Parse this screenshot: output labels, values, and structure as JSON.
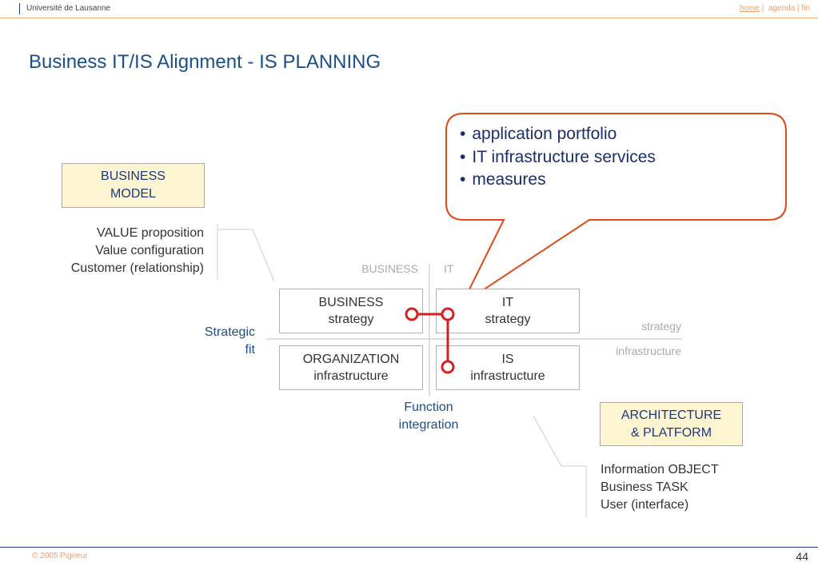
{
  "header": {
    "institution": "Université de Lausanne",
    "links": {
      "home": "home",
      "sep1": "|",
      "agenda": "agenda",
      "sep2": "|",
      "fin": "fin"
    }
  },
  "slide": {
    "title": "Business IT/IS Alignment - IS PLANNING",
    "business_model": {
      "line1": "BUSINESS",
      "line2": "MODEL"
    },
    "business_model_list": [
      "VALUE proposition",
      "Value configuration",
      "Customer (relationship)"
    ],
    "domain_labels": {
      "business": "BUSINESS",
      "it": "IT"
    },
    "level_labels": {
      "strategy": "strategy",
      "infrastructure": "infrastructure"
    },
    "cells": {
      "business_strategy": {
        "line1": "BUSINESS",
        "line2": "strategy"
      },
      "it_strategy": {
        "line1": "IT",
        "line2": "strategy"
      },
      "org_infrastructure": {
        "line1": "ORGANIZATION",
        "line2": "infrastructure"
      },
      "is_infrastructure": {
        "line1": "IS",
        "line2": "infrastructure"
      }
    },
    "strategic_fit": {
      "line1": "Strategic",
      "line2": "fit"
    },
    "function_integration": {
      "line1": "Function",
      "line2": "integration"
    },
    "architecture": {
      "line1": "ARCHITECTURE",
      "line2": "& PLATFORM"
    },
    "architecture_list": [
      "Information OBJECT",
      "Business TASK",
      "User (interface)"
    ],
    "callout": {
      "bullet": "•",
      "items": [
        "application portfolio",
        "IT infrastructure services",
        "measures"
      ]
    },
    "colors": {
      "accent_red": "#d62020",
      "callout_border": "#e04a1a",
      "title_blue": "#1a4f8a",
      "box_fill": "#fdf5d2"
    }
  },
  "footer": {
    "copyright": "© 2005  Pigneur",
    "page_number": "44"
  }
}
